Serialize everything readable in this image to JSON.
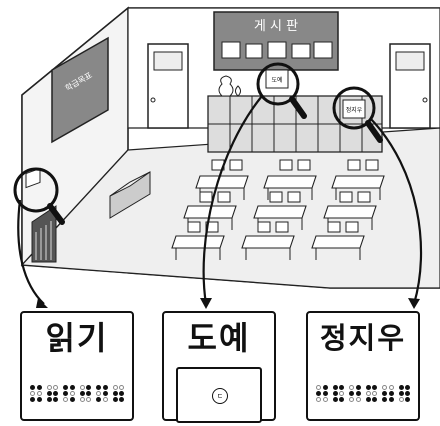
{
  "bulletin": {
    "title": "게 시 판"
  },
  "wall_poster": {
    "text": "학급목표"
  },
  "cabinet_sign": {
    "text": "도예"
  },
  "wall_sign": {
    "text": "정지우"
  },
  "cards": [
    {
      "title": "읽기",
      "braille": [
        [
          1,
          0,
          1,
          1,
          0,
          1
        ],
        [
          0,
          1,
          1,
          0,
          1,
          1
        ],
        [
          1,
          1,
          0,
          1,
          0,
          1
        ],
        [
          0,
          1,
          0,
          1,
          1,
          0
        ],
        [
          1,
          0,
          1,
          1,
          1,
          0
        ],
        [
          0,
          1,
          1,
          0,
          1,
          1
        ]
      ]
    },
    {
      "title": "도예",
      "board_symbol": "ㄷ"
    },
    {
      "title": "정지우",
      "braille": [
        [
          0,
          1,
          0,
          1,
          1,
          0
        ],
        [
          1,
          1,
          1,
          1,
          0,
          1
        ],
        [
          0,
          1,
          0,
          1,
          1,
          0
        ],
        [
          1,
          0,
          1,
          1,
          0,
          1
        ],
        [
          0,
          1,
          1,
          0,
          1,
          1
        ],
        [
          1,
          1,
          0,
          1,
          1,
          1
        ]
      ]
    }
  ]
}
